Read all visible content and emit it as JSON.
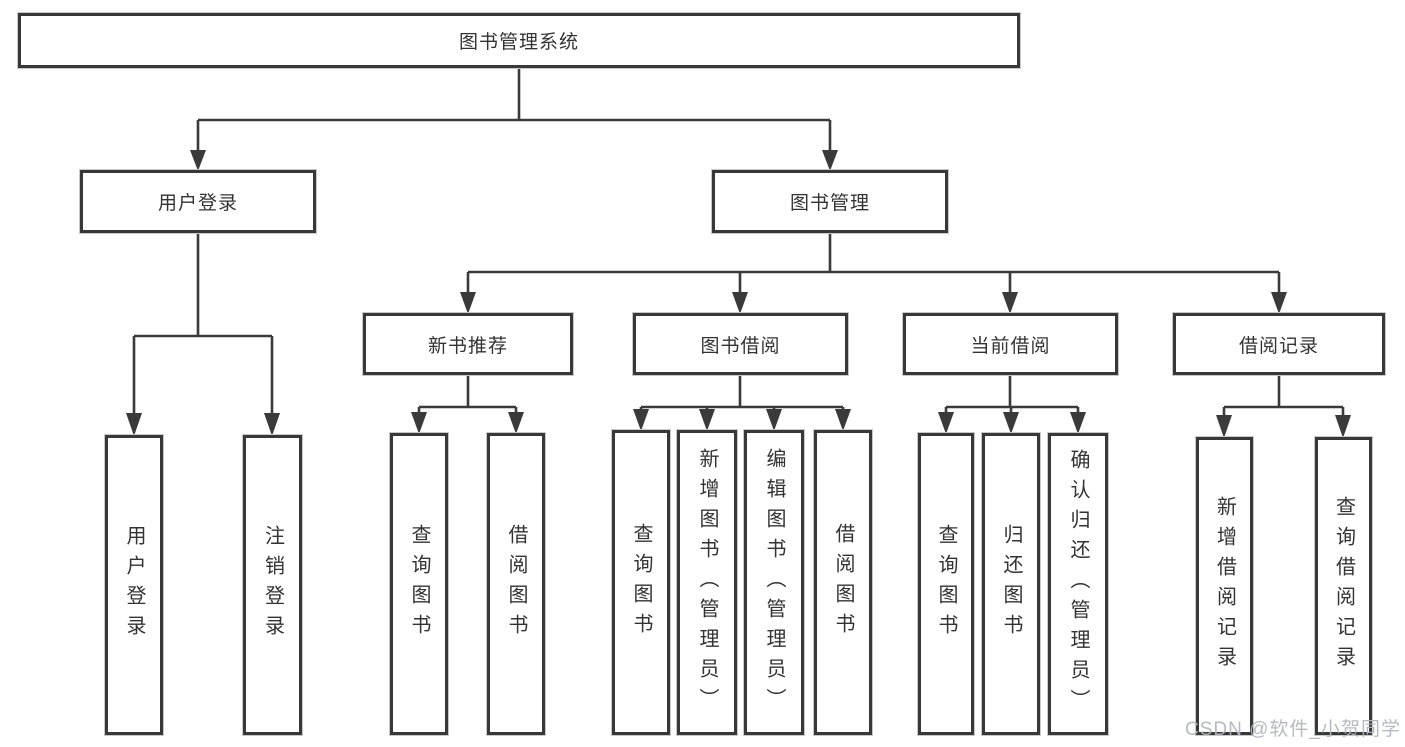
{
  "diagram": {
    "root": {
      "label": "图书管理系统"
    },
    "branches": [
      {
        "label": "用户登录",
        "leaves": [
          {
            "label": "用户登录"
          },
          {
            "label": "注销登录"
          }
        ]
      },
      {
        "label": "图书管理",
        "groups": [
          {
            "label": "新书推荐",
            "leaves": [
              {
                "label": "查询图书"
              },
              {
                "label": "借阅图书"
              }
            ]
          },
          {
            "label": "图书借阅",
            "leaves": [
              {
                "label": "查询图书"
              },
              {
                "label": "新增图书（管理员）"
              },
              {
                "label": "编辑图书（管理员）"
              },
              {
                "label": "借阅图书"
              }
            ]
          },
          {
            "label": "当前借阅",
            "leaves": [
              {
                "label": "查询图书"
              },
              {
                "label": "归还图书"
              },
              {
                "label": "确认归还（管理员）"
              }
            ]
          },
          {
            "label": "借阅记录",
            "leaves": [
              {
                "label": "新增借阅记录"
              },
              {
                "label": "查询借阅记录"
              }
            ]
          }
        ]
      }
    ]
  },
  "watermark": {
    "text": "CSDN @软件_小贺同学"
  },
  "colors": {
    "line": "#3a3a3a",
    "box_border": "#383838",
    "text": "#333333",
    "watermark": "#b2b6bd",
    "background": "#ffffff"
  }
}
